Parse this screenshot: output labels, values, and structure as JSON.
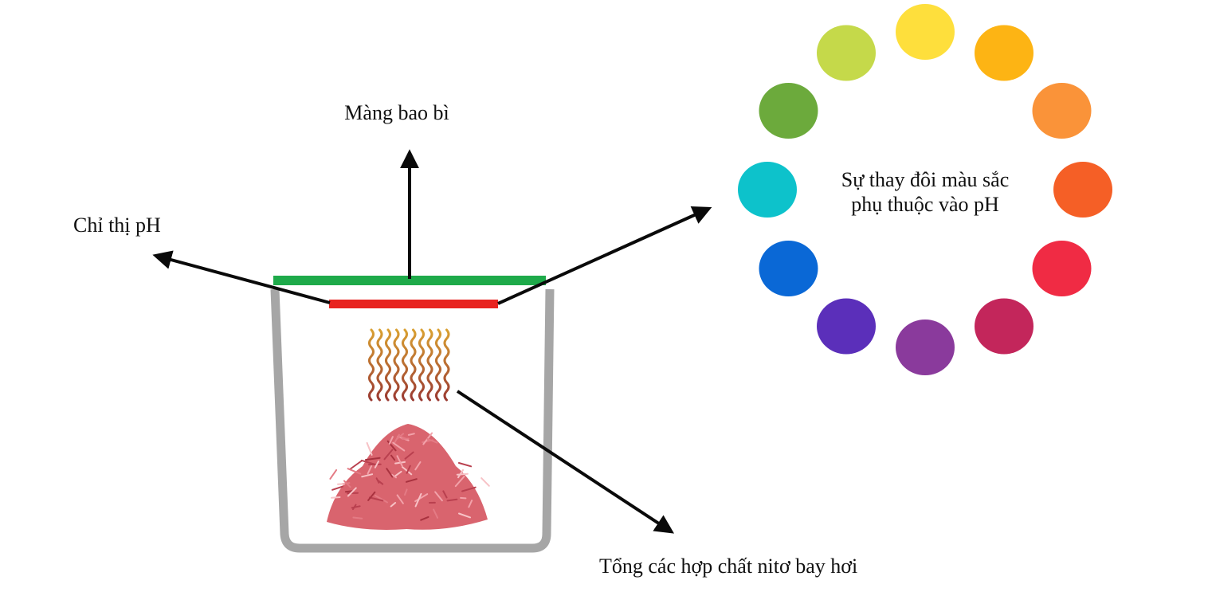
{
  "labels": {
    "packaging_film": "Màng bao bì",
    "ph_indicator": "Chỉ thị pH",
    "color_change_line1": "Sự thay đôi màu sắc",
    "color_change_line2": "phụ thuộc vào pH",
    "volatile_nitrogen": "Tổng các hợp chất nitơ bay hơi"
  },
  "colors": {
    "film": "#1eaa4a",
    "indicator": "#e8231f",
    "container": "#a6a6a6",
    "arrow": "#0a0a0a",
    "meat": "#d9646e",
    "vapor_top": "#d9a032",
    "vapor_bottom": "#9b3a32"
  },
  "ph_color_wheel": [
    "#fedf3c",
    "#fdb414",
    "#fa9339",
    "#f55f26",
    "#f02b44",
    "#c3265b",
    "#8a3a9c",
    "#5b2fba",
    "#0a68d6",
    "#0dc2cb",
    "#6caa3c",
    "#c5d94a"
  ]
}
